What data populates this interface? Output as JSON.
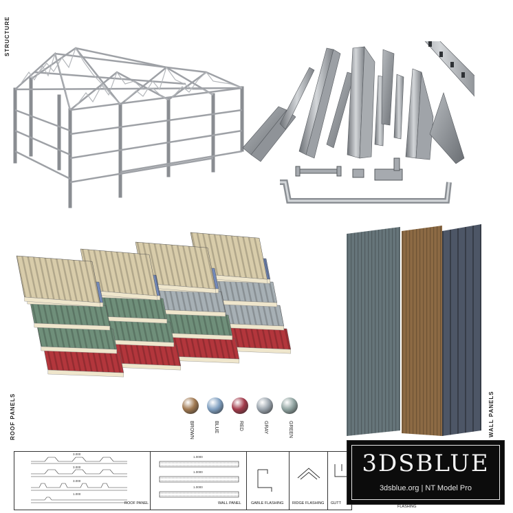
{
  "labels": {
    "structure": "STRUCTURE",
    "roof_panels": "ROOF PANELS",
    "wall_panels": "WALL PANELS"
  },
  "swatches": [
    {
      "label": "BROWN",
      "color": "#a07850"
    },
    {
      "label": "BLUE",
      "color": "#7f9fc0"
    },
    {
      "label": "RED",
      "color": "#a23a4a"
    },
    {
      "label": "GRAY",
      "color": "#9aa4ad"
    },
    {
      "label": "GREEN",
      "color": "#8fa3a0"
    }
  ],
  "drawings": {
    "roof_caption": "ROOF PANEL",
    "wall_caption": "WALL PANEL",
    "gable_caption": "GABLE FLASHING",
    "ridge_caption": "RIDGE FLASHING",
    "gutter_caption": "GUTT",
    "flashing_caption": "FLASHING",
    "roof_dims": [
      "3.000",
      "3.000",
      "3.000",
      "1.000"
    ],
    "wall_dims": [
      "1.0000",
      "1.0000",
      "1.0000"
    ]
  },
  "watermark": {
    "logo": "3DSBLUE",
    "sub": "3dsblue.org | NT Model Pro"
  },
  "colors": {
    "panel_cream": "#d8ccaa",
    "panel_blue": "#7389b8",
    "panel_green": "#6f8f7a",
    "panel_red": "#b3363c",
    "panel_gray": "#a7b0b5",
    "wall_gray": "#5f6d72",
    "wall_brown": "#8c6a44",
    "wall_navy": "#4d5666"
  }
}
